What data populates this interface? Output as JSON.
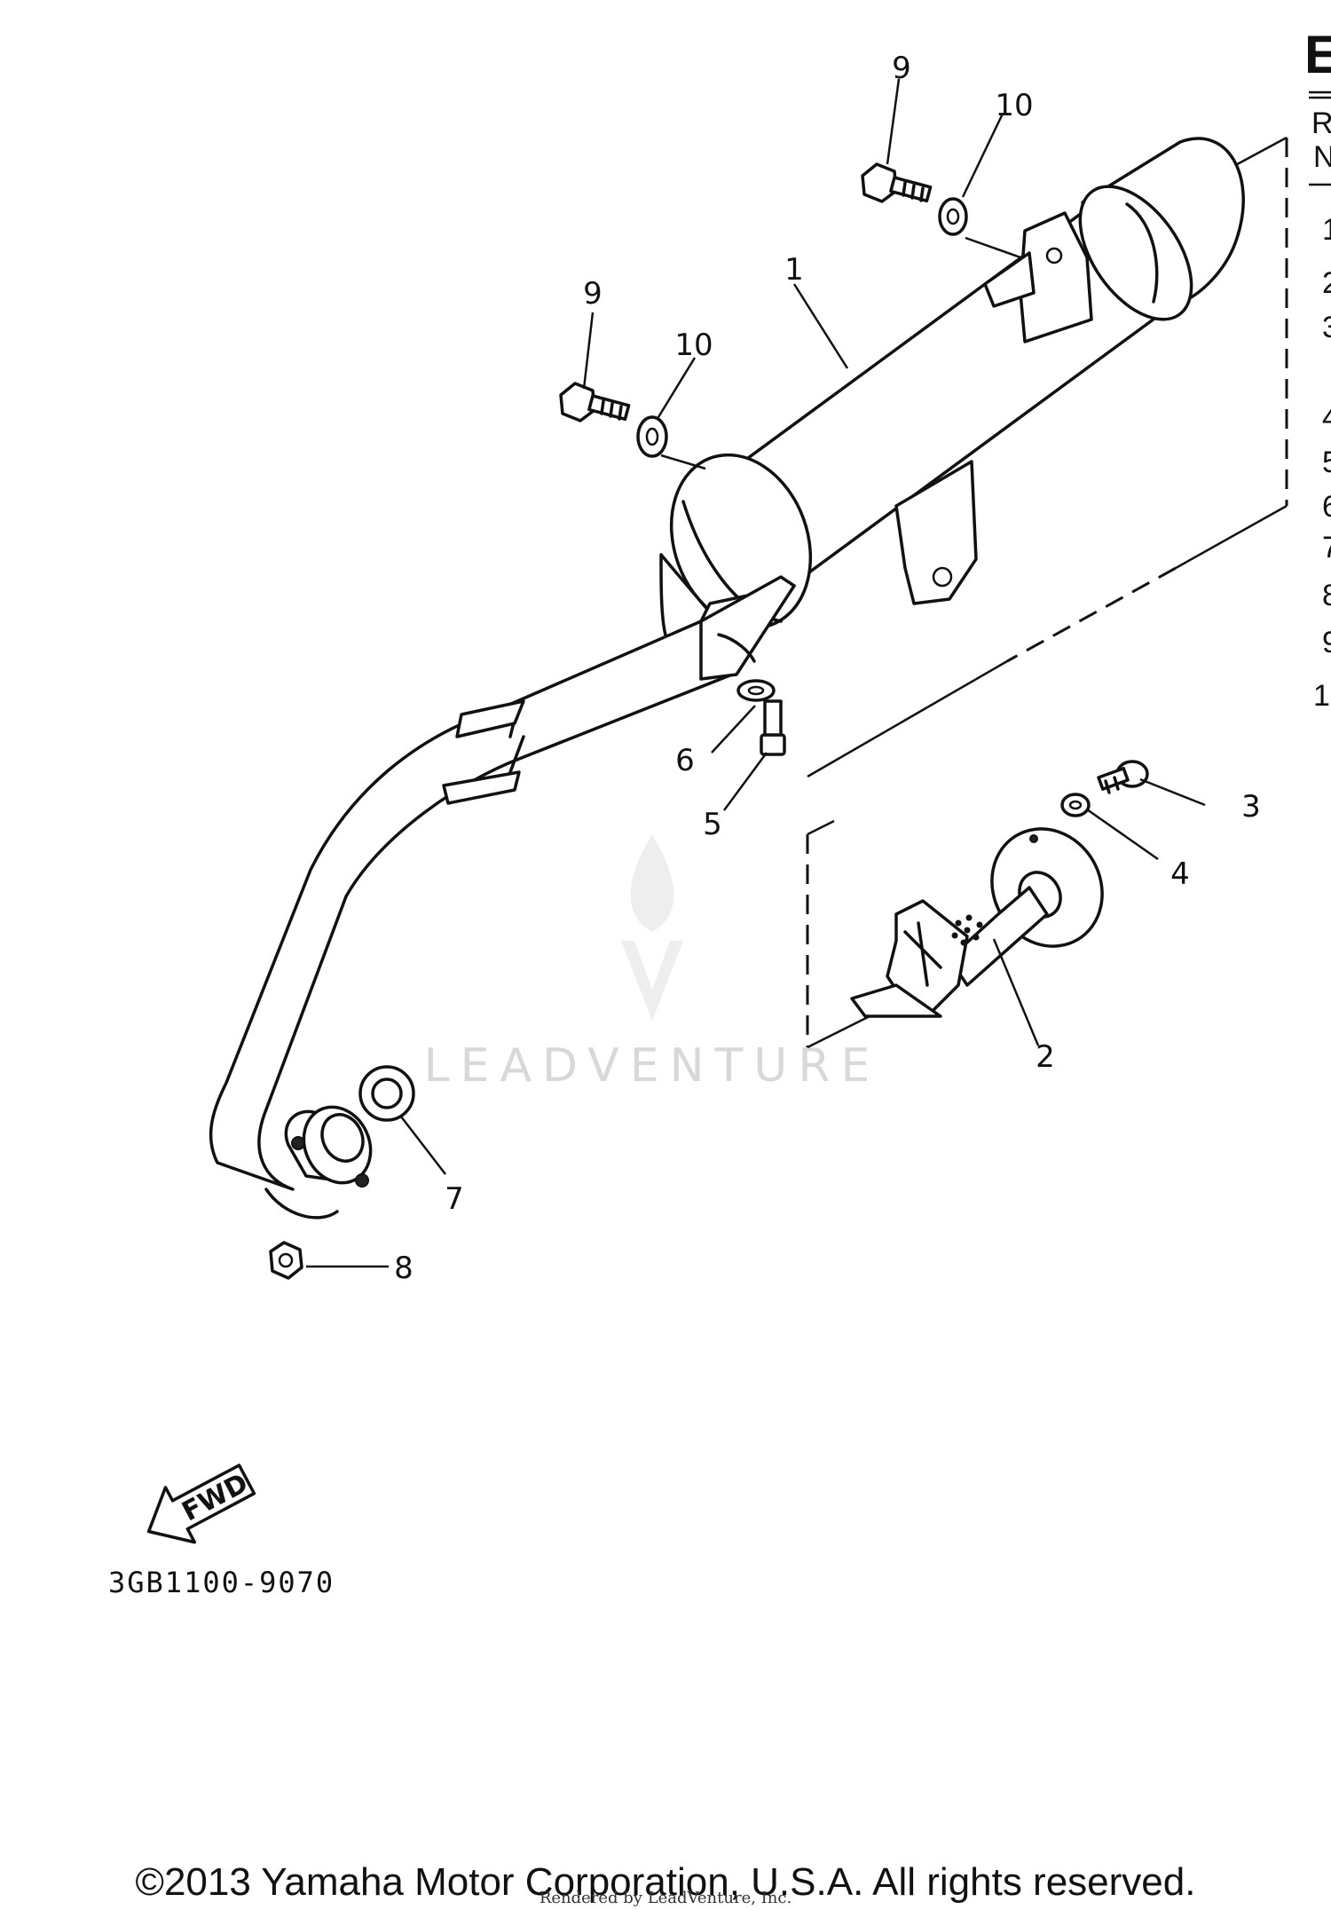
{
  "header": {
    "edge_letter": "E"
  },
  "table_edge": {
    "col_labels": [
      "R",
      "N"
    ],
    "row_fragments": [
      "1",
      "2",
      "3",
      "4",
      "5",
      "6",
      "7",
      "8",
      "9",
      "1"
    ]
  },
  "callouts": {
    "c1": "1",
    "c2": "2",
    "c3": "3",
    "c4": "4",
    "c5": "5",
    "c6": "6",
    "c7": "7",
    "c8": "8",
    "c9_top": "9",
    "c9_mid": "9",
    "c10_top": "10",
    "c10_mid": "10"
  },
  "fwd_arrow": {
    "label": "FWD"
  },
  "diagram_code": "3GB1100-9070",
  "watermark": {
    "text": "LEADVENTURE"
  },
  "footer": {
    "copyright": "©2013 Yamaha Motor Corporation, U.S.A. All rights reserved.",
    "rendered_by": "Rendered by LeadVenture, Inc."
  }
}
